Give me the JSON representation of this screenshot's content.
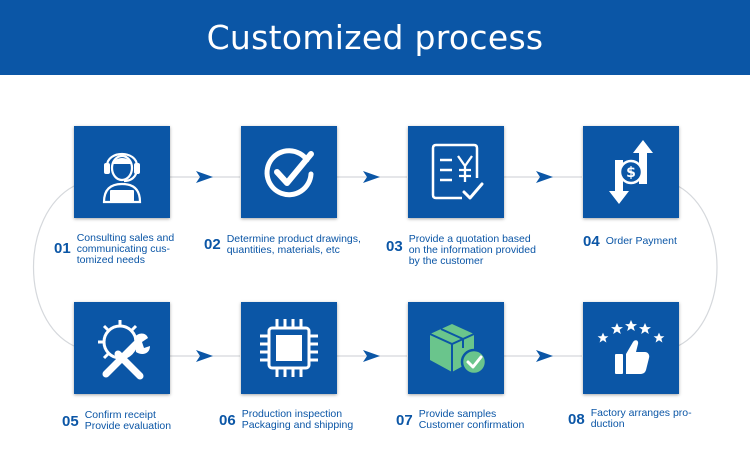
{
  "header": {
    "title": "Customized process"
  },
  "colors": {
    "primary": "#0b56a6",
    "connector": "#d5d8dc",
    "check_green": "#6ac58c"
  },
  "steps": [
    {
      "num": "01",
      "text": "Consulting sales and\ncommunicating cus-\ntomized needs",
      "icon": "customer-service-icon"
    },
    {
      "num": "02",
      "text": "Determine product drawings,\nquantities, materials, etc",
      "icon": "checkmark-circle-icon"
    },
    {
      "num": "03",
      "text": "Provide a quotation based\non the information provided\nby the customer",
      "icon": "quotation-icon"
    },
    {
      "num": "04",
      "text": "Order Payment",
      "icon": "payment-transfer-icon"
    },
    {
      "num": "05",
      "text": "Confirm receipt\nProvide evaluation",
      "icon": "tools-gear-icon"
    },
    {
      "num": "06",
      "text": "Production inspection\nPackaging and shipping",
      "icon": "chip-icon"
    },
    {
      "num": "07",
      "text": "Provide samples\nCustomer confirmation",
      "icon": "package-check-icon"
    },
    {
      "num": "08",
      "text": "Factory arranges pro-\nduction",
      "icon": "stars-thumbs-up-icon"
    }
  ]
}
